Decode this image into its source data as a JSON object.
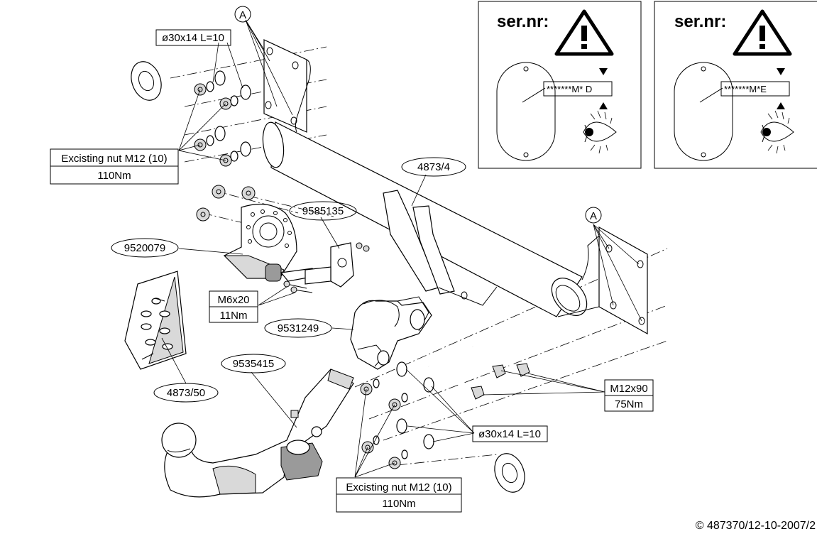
{
  "callouts": {
    "ref_a": "A",
    "washer_top": "ø30x14 L=10",
    "nut_top_1": "Excisting nut M12 (10)",
    "nut_top_2": "110Nm",
    "crossbar": "4873/4",
    "bracket_right": "9585135",
    "bracket_left": "9520079",
    "bolt_small_1": "M6x20",
    "bolt_small_2": "11Nm",
    "socket_holder": "9531249",
    "kit_bag": "4873/50",
    "ball_neck": "9535415",
    "bolt_big_1": "M12x90",
    "bolt_big_2": "75Nm",
    "washer_bottom": "ø30x14 L=10",
    "nut_bottom_1": "Excisting nut M12 (10)",
    "nut_bottom_2": "110Nm"
  },
  "panels": [
    {
      "heading": "ser.nr:",
      "code": "*******M* D"
    },
    {
      "heading": "ser.nr:",
      "code": "*******M*E"
    }
  ],
  "footer": {
    "copyright": "© 487370/12-10-2007/2"
  }
}
